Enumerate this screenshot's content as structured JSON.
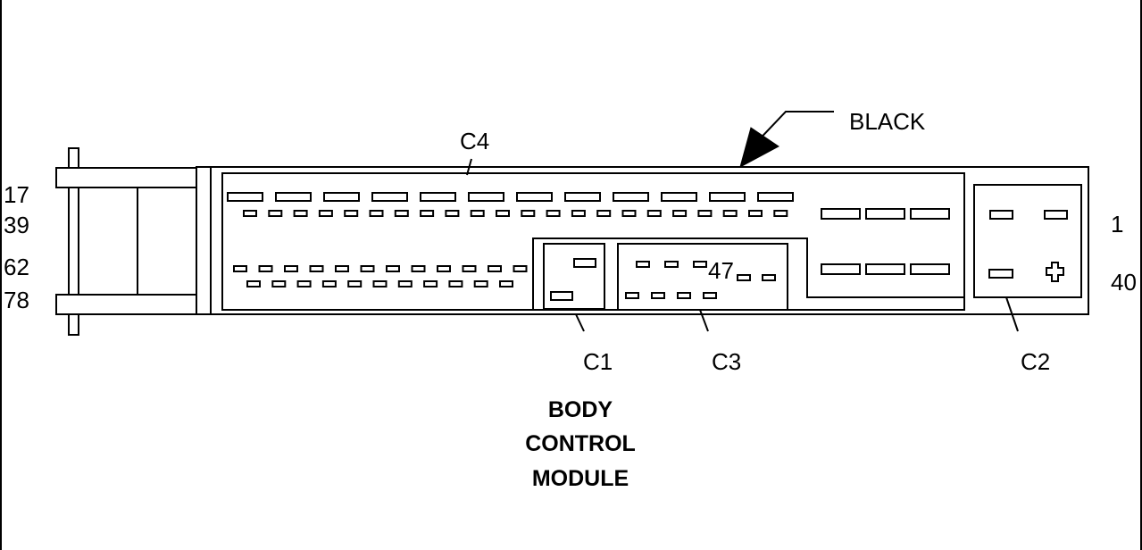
{
  "diagram": {
    "title_lines": [
      "BODY",
      "CONTROL",
      "MODULE"
    ],
    "color_label": "BLACK",
    "connectors": {
      "c1": "C1",
      "c2": "C2",
      "c3": "C3",
      "c4": "C4"
    },
    "pin_numbers_left": [
      "17",
      "39",
      "62",
      "78"
    ],
    "pin_numbers_right": [
      "1",
      "40"
    ],
    "c3_pin_label": "47"
  }
}
